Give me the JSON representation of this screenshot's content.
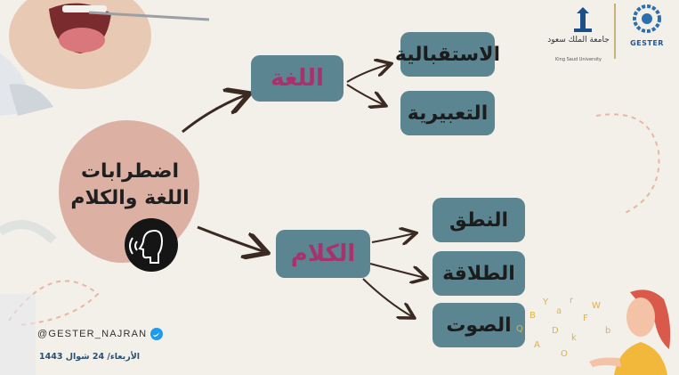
{
  "diagram": {
    "center_title": "اضطرابات اللغة والكلام",
    "branches": [
      {
        "label": "اللغة",
        "children": [
          "الاستقبالية",
          "التعبيرية"
        ]
      },
      {
        "label": "الكلام",
        "children": [
          "النطق",
          "الطلاقة",
          "الصوت"
        ]
      }
    ]
  },
  "logos": {
    "ksu_arabic": "جامعة الملك سعود",
    "ksu_english": "King Saud University",
    "gester": "GESTER"
  },
  "footer": {
    "handle": "@GESTER_NAJRAN",
    "date": "الأربعاء/ 24 شوال 1443"
  },
  "colors": {
    "background": "#f3efe9",
    "box_fill": "#5b8691",
    "main_label": "#a8326d",
    "blob": "#dcb1a3",
    "arrow": "#3a2a22"
  },
  "icons": [
    "speaking-head-icon",
    "twitter-bird-icon",
    "ksu-palm-logo-icon",
    "gester-gear-logo-icon",
    "mouth-examination-photo",
    "girl-speaking-letters-illustration"
  ]
}
